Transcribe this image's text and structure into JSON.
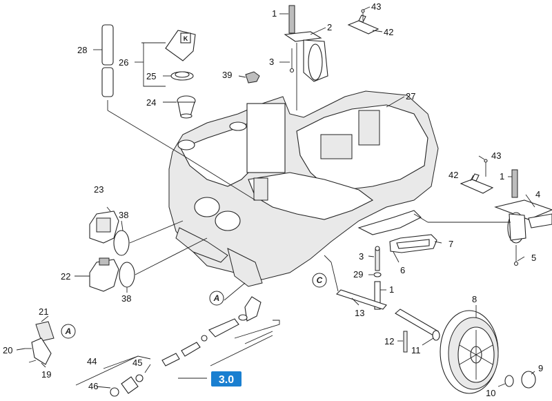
{
  "labels": {
    "l1a": "1",
    "l2": "2",
    "l3a": "3",
    "l43a": "43",
    "l42a": "42",
    "l28": "28",
    "l26": "26",
    "l25": "25",
    "l24": "24",
    "l39": "39",
    "l27": "27",
    "l43b": "43",
    "l42b": "42",
    "l1b": "1",
    "l4": "4",
    "l23": "23",
    "l38a": "38",
    "l22": "22",
    "l38b": "38",
    "l7": "7",
    "l6": "6",
    "l3b": "3",
    "l5": "5",
    "l29": "29",
    "l1c": "1",
    "l13": "13",
    "l8": "8",
    "l12": "12",
    "l11": "11",
    "l9": "9",
    "l10": "10",
    "l21": "21",
    "l20": "20",
    "l19": "19",
    "l44": "44",
    "l45": "45",
    "l46": "46"
  },
  "callouts": {
    "a1": "A",
    "a2": "A",
    "c1": "C"
  },
  "badge": "3.0"
}
